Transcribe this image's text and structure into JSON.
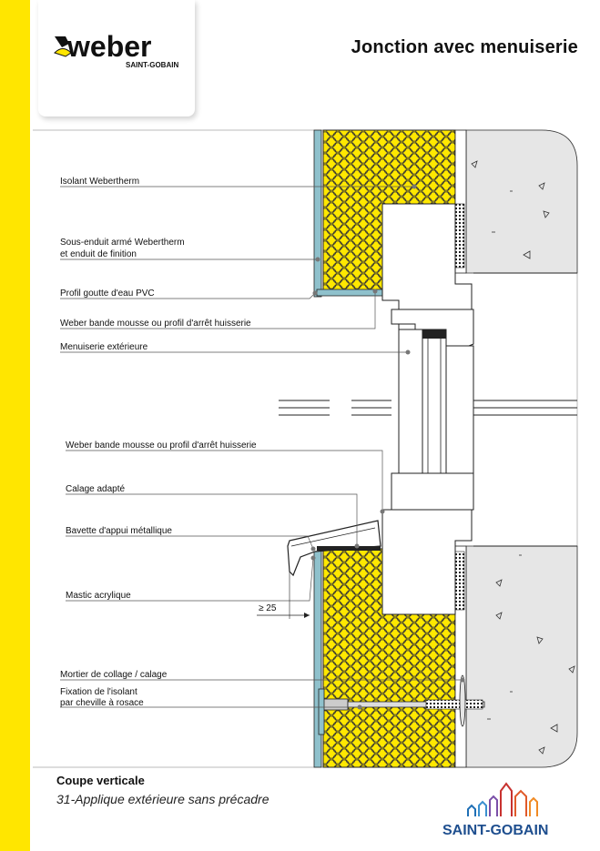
{
  "brand": {
    "name": "weber",
    "sub": "SAINT-GOBAIN"
  },
  "title": "Jonction avec menuiserie",
  "labels": {
    "isolant": "Isolant Webertherm",
    "sous_enduit_1": "Sous-enduit armé Webertherm",
    "sous_enduit_2": "et enduit de finition",
    "profil_goutte": "Profil goutte d'eau PVC",
    "bande_mousse_top": "Weber bande mousse ou profil d'arrêt huisserie",
    "menuiserie": "Menuiserie extérieure",
    "bande_mousse_bottom": "Weber bande mousse ou profil d'arrêt huisserie",
    "calage": "Calage adapté",
    "bavette": "Bavette d'appui métallique",
    "mastic": "Mastic acrylique",
    "dimension": "≥ 25",
    "mortier": "Mortier de collage / calage",
    "fixation_1": "Fixation de l'isolant",
    "fixation_2": "par cheville à rosace"
  },
  "caption": {
    "main": "Coupe verticale",
    "sub": "31-Applique extérieure sans précadre"
  },
  "footer_logo": {
    "text": "SAINT-GOBAIN"
  },
  "colors": {
    "band": "#ffe600",
    "insulation": "#ffe800",
    "concrete": "#e6e6e6",
    "render": "#8fc1cc"
  }
}
